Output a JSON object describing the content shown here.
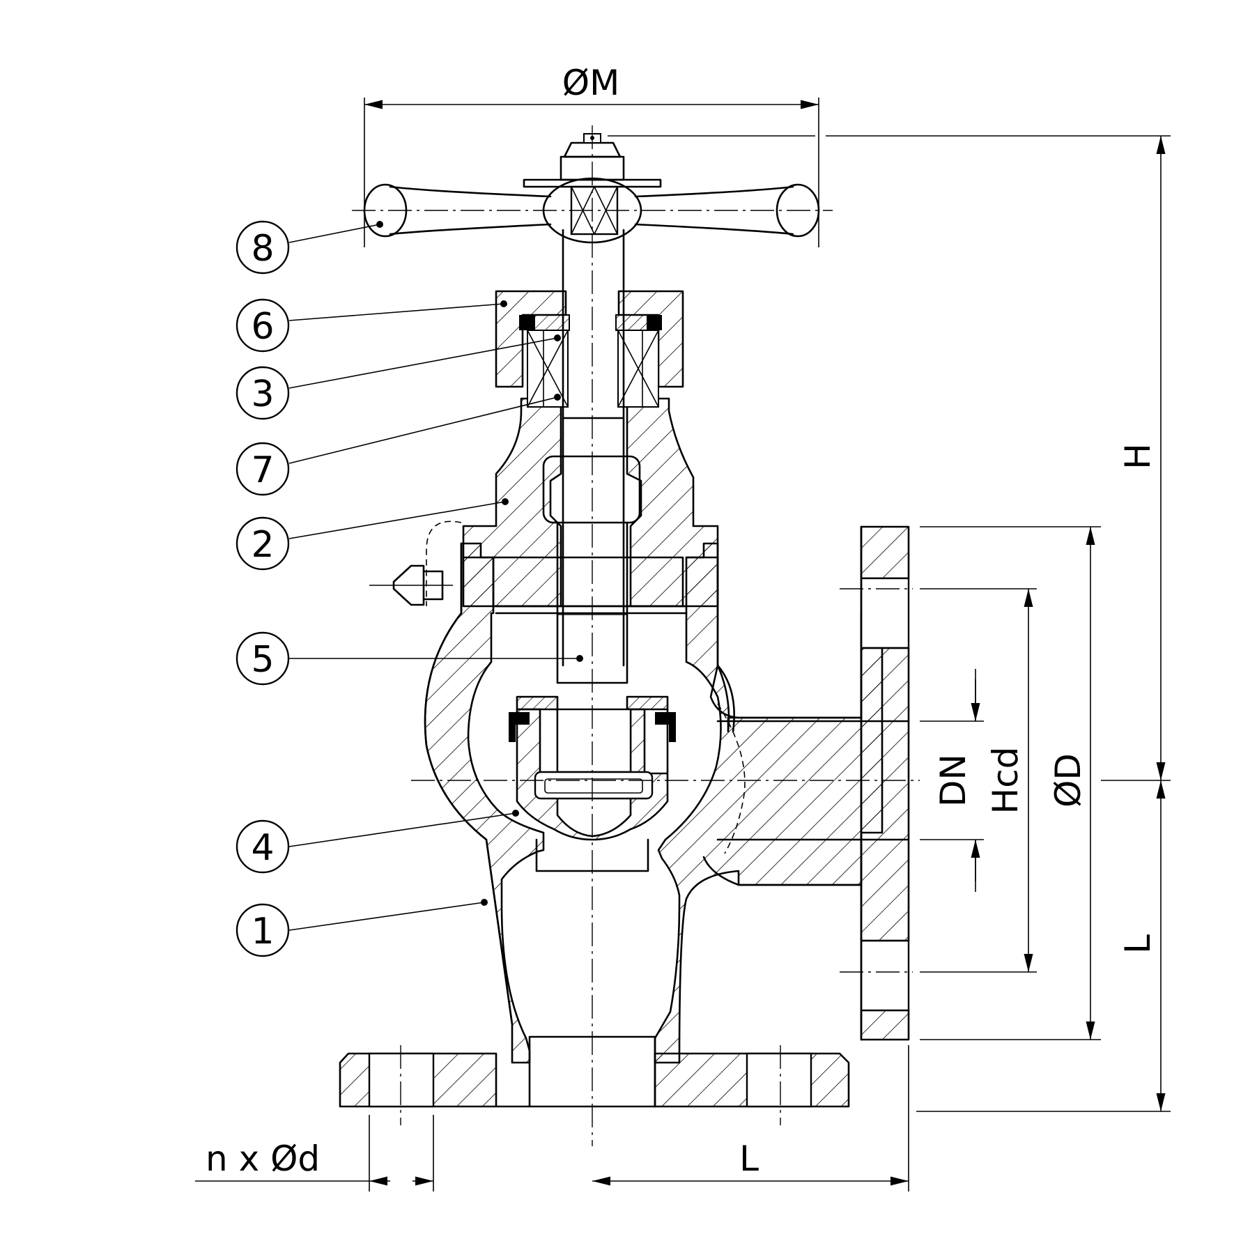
{
  "drawing": {
    "parts": [
      {
        "label": "8"
      },
      {
        "label": "6"
      },
      {
        "label": "3"
      },
      {
        "label": "7"
      },
      {
        "label": "2"
      },
      {
        "label": "5"
      },
      {
        "label": "4"
      },
      {
        "label": "1"
      }
    ],
    "dimensions": {
      "handwheel_diameter": "ØM",
      "height": "H",
      "side_length": "L",
      "bottom_length": "L",
      "nominal_diameter": "DN",
      "bolt_circle": "Hcd",
      "flange_diameter": "ØD",
      "bolt_holes": "n x Ød"
    }
  }
}
